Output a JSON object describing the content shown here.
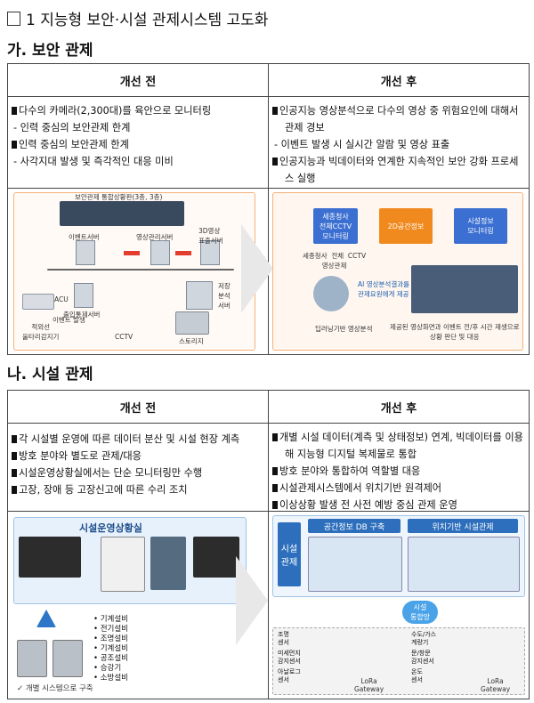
{
  "title": "1 지능형 보안·시설 관제시스템 고도화",
  "sections": [
    {
      "heading": "가. 보안 관제",
      "before_header": "개선 전",
      "after_header": "개선 후",
      "before": [
        {
          "kind": "bul",
          "text": "다수의 카메라(2,300대)를 육안으로 모니터링"
        },
        {
          "kind": "dash",
          "text": "- 인력 중심의 보안관제 한계"
        },
        {
          "kind": "bul",
          "text": "인력 중심의 보안관제 한계"
        },
        {
          "kind": "dash",
          "text": "- 사각지대 발생 및 즉각적인 대응 미비"
        }
      ],
      "after": [
        {
          "kind": "bul",
          "text": "인공지능 영상분석으로 다수의 영상 중 위험요인에 대해서"
        },
        {
          "kind": "cont",
          "text": "관제 경보"
        },
        {
          "kind": "dash",
          "text": "- 이벤트 발생 시 실시간 알람 및 영상 표출"
        },
        {
          "kind": "bul",
          "text": "인공지능과 빅데이터와 연계한 지속적인 보안 강화 프로세"
        },
        {
          "kind": "cont",
          "text": "스 실행"
        }
      ],
      "diagram_before": {
        "wall": "보안관제 통합상황판(3층, 3층)",
        "event_server": "이벤트서버",
        "video_server": "영상관리서버",
        "server_3d": "3D영상\n표출서버",
        "access_server": "출입통제서버",
        "storage_server": "저장\n분석\n서버",
        "acu": "ACU",
        "event": "이벤트 발생",
        "sensor": "적외선\n울타리감지기",
        "cctv": "CCTV",
        "storage": "스토리지"
      },
      "diagram_after": {
        "box1": "세종청사\n전체CCTV\n모니터링",
        "box2": "2D공간정보",
        "box3": "시설정보\n모니터링",
        "cap1": "세종청사  전체  CCTV\n영상관제",
        "cap2": "AI 영상분석결과를\n관제요원에게 제공",
        "cap3": "딥러닝기반 영상분석",
        "cap4": "제공된 영상화면과 이벤트 전/후 시간 재생으로\n상황 판단 및 대응"
      }
    },
    {
      "heading": "나. 시설 관제",
      "before_header": "개선 전",
      "after_header": "개선 후",
      "before": [
        {
          "kind": "bul",
          "text": "각 시설별 운영에 따른 데이터 분산 및 시설 현장 계측"
        },
        {
          "kind": "bul",
          "text": "방호 분야와 별도로 관제/대응"
        },
        {
          "kind": "bul",
          "text": "시설운영상황실에서는 단순 모니터링만 수행"
        },
        {
          "kind": "bul",
          "text": "고장, 장애 등 고장신고에 따른 수리 조치"
        }
      ],
      "after": [
        {
          "kind": "bul",
          "text": "개별 시설 데이터(계측 및 상태정보) 연계, 빅데이터를 이용"
        },
        {
          "kind": "cont",
          "text": "해 지능형 디지털 복제물로 통합"
        },
        {
          "kind": "bul",
          "text": "방호 분야와 통합하여 역할별 대응"
        },
        {
          "kind": "bul",
          "text": "시설관제시스템에서 위치기반 원격제어"
        },
        {
          "kind": "bul",
          "text": "이상상황 발생 전 사전 예방 중심 관제 운영"
        }
      ],
      "diagram_before": {
        "room": "시설운영상황실",
        "list": [
          "• 기계설비",
          "• 전기설비",
          "• 조명설비",
          "• 기계설비",
          "• 공조설비",
          "• 승강기",
          "• 소방설비"
        ],
        "caption": "✓ 개별 시스템으로 구축"
      },
      "diagram_after": {
        "side": "시설\n관제",
        "db": "공간정보 DB 구축",
        "loc": "위치기반 시설관제",
        "cloud": "시설\n통합망",
        "left_sensors": [
          "조명\n센서",
          "미세먼지\n감지센서",
          "아날로그\n센서"
        ],
        "right_sensors": [
          "수도/가스\n계량기",
          "문/창문\n감지센서",
          "온도\n센서"
        ],
        "gateway": "LoRa\nGateway"
      }
    }
  ]
}
